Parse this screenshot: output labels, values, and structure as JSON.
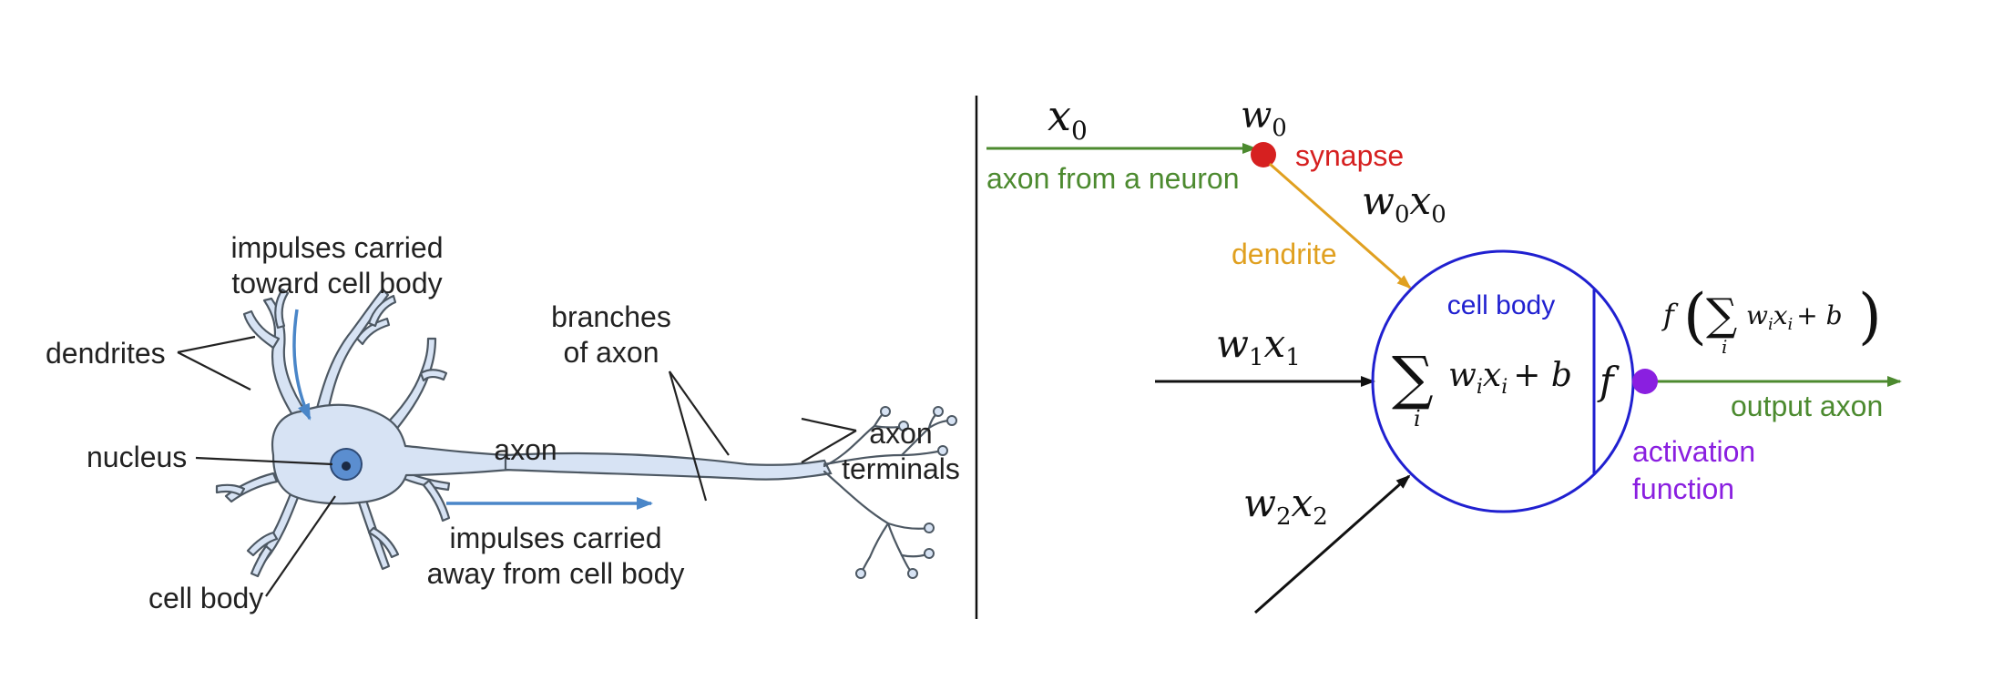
{
  "colors": {
    "neuron_fill": "#d7e3f4",
    "neuron_stroke": "#4d5863",
    "nucleus_fill": "#5b8ed0",
    "impulse_arrow": "#4a86c8",
    "input_green": "#4c8a2f",
    "synapse_red": "#d62020",
    "dendrite_orange": "#e0a020",
    "cell_blue": "#2020d0",
    "activation_purple": "#8a1fe0",
    "text_dark": "#222222"
  },
  "biological": {
    "label_impulses_toward_1": "impulses carried",
    "label_impulses_toward_2": "toward cell body",
    "label_dendrites": "dendrites",
    "label_nucleus": "nucleus",
    "label_cell_body": "cell body",
    "label_axon": "axon",
    "label_branches_1": "branches",
    "label_branches_2": "of axon",
    "label_axon_terminals_1": "axon",
    "label_axon_terminals_2": "terminals",
    "label_impulses_away_1": "impulses carried",
    "label_impulses_away_2": "away from cell body"
  },
  "model": {
    "x0_var": "x",
    "x0_sub": "0",
    "w0_var": "w",
    "w0_sub": "0",
    "label_synapse": "synapse",
    "label_axon_from_neuron": "axon from a neuron",
    "w0x0_w": "w",
    "w0x0_sub1": "0",
    "w0x0_x": "x",
    "w0x0_sub2": "0",
    "label_dendrite": "dendrite",
    "label_cell_body": "cell body",
    "w1x1_w": "w",
    "w1x1_sub1": "1",
    "w1x1_x": "x",
    "w1x1_sub2": "1",
    "w2x2_w": "w",
    "w2x2_sub1": "2",
    "w2x2_x": "x",
    "w2x2_sub2": "2",
    "sum_symbol": "∑",
    "sum_index": "i",
    "sum_w": "w",
    "sum_x": "x",
    "sum_sub": "i",
    "sum_plus_b": "+ b",
    "f_symbol": "f",
    "output_f": "f",
    "output_sum_index": "i",
    "label_output_axon": "output axon",
    "label_activation_1": "activation",
    "label_activation_2": "function"
  }
}
